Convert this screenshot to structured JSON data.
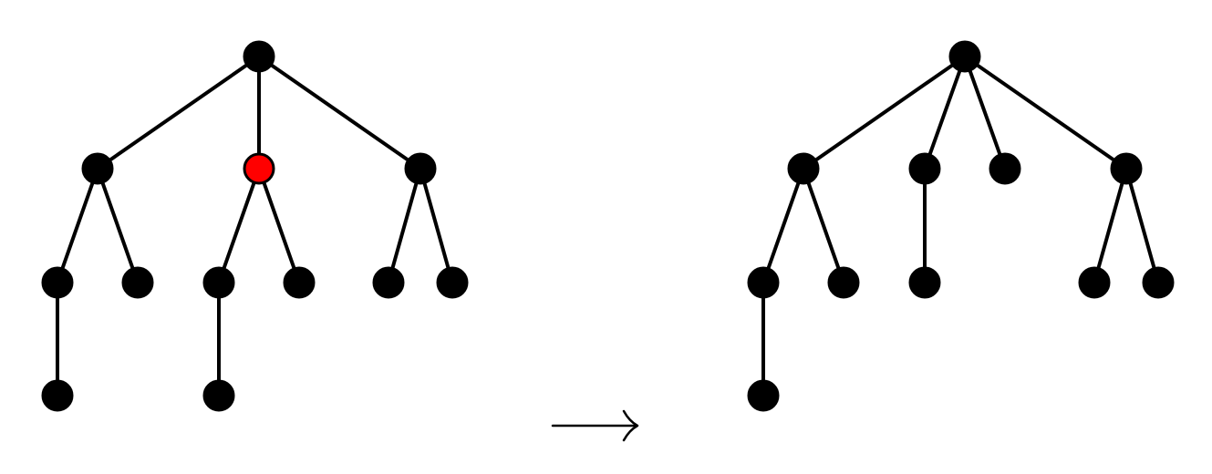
{
  "colors": {
    "node": "#000000",
    "highlight": "#ff0000",
    "edge": "#000000",
    "background": "#ffffff"
  },
  "trees": [
    {
      "name": "tree-before",
      "nodes": [
        {
          "id": "r"
        },
        {
          "id": "a",
          "parent": "r"
        },
        {
          "id": "b",
          "parent": "r",
          "highlight": true
        },
        {
          "id": "c",
          "parent": "r"
        },
        {
          "id": "a1",
          "parent": "a"
        },
        {
          "id": "a2",
          "parent": "a"
        },
        {
          "id": "b1",
          "parent": "b"
        },
        {
          "id": "b2",
          "parent": "b"
        },
        {
          "id": "c1",
          "parent": "c"
        },
        {
          "id": "c2",
          "parent": "c"
        },
        {
          "id": "a1x",
          "parent": "a1"
        },
        {
          "id": "b1x",
          "parent": "b1"
        }
      ]
    },
    {
      "name": "tree-after",
      "nodes": [
        {
          "id": "r"
        },
        {
          "id": "a",
          "parent": "r"
        },
        {
          "id": "b1",
          "parent": "r"
        },
        {
          "id": "b2",
          "parent": "r"
        },
        {
          "id": "c",
          "parent": "r"
        },
        {
          "id": "a1",
          "parent": "a"
        },
        {
          "id": "a2",
          "parent": "a"
        },
        {
          "id": "b1x",
          "parent": "b1"
        },
        {
          "id": "c1",
          "parent": "c"
        },
        {
          "id": "c2",
          "parent": "c"
        },
        {
          "id": "a1x",
          "parent": "a1"
        }
      ]
    }
  ],
  "arrow": {
    "symbol": "long-right-arrow"
  }
}
